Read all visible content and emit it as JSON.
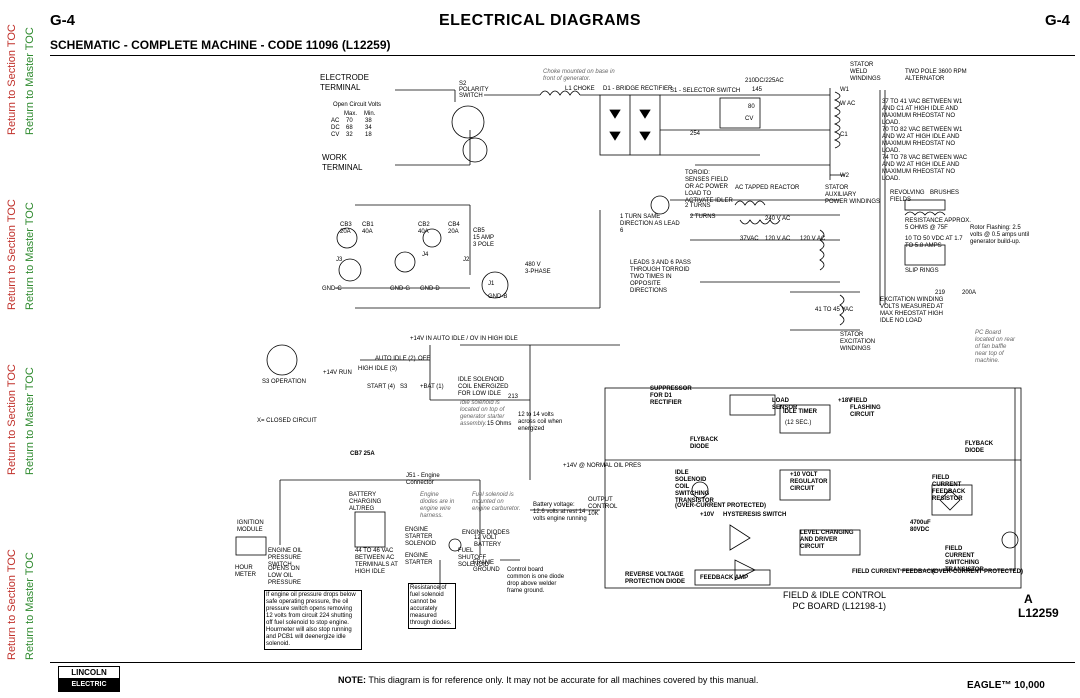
{
  "header": {
    "page_left": "G-4",
    "page_right": "G-4",
    "title": "ELECTRICAL  DIAGRAMS",
    "subtitle": "SCHEMATIC - COMPLETE MACHINE - CODE 11096 (L12259)"
  },
  "side_nav": {
    "section_toc": "Return to Section TOC",
    "master_toc": "Return to Master TOC",
    "colors": {
      "section": "#c0302a",
      "master": "#2e8a2e"
    }
  },
  "labels": {
    "electrode": "ELECTRODE",
    "terminal": "TERMINAL",
    "work": "WORK",
    "s2_polarity": "S2",
    "polarity_switch": "POLARITY",
    "switch": "SWITCH",
    "choke_note": "Choke mounted on base in front of generator.",
    "l1_choke": "L1 CHOKE",
    "d1_bridge": "D1 - BRIDGE RECTIFIER",
    "s1_selector": "S1 - SELECTOR SWITCH",
    "amp210": "210DC/225AC",
    "n145": "145",
    "n80": "80",
    "cv": "CV",
    "n254": "254",
    "w1": "W1",
    "wac": "W AC",
    "c1": "C1",
    "w2": "W2",
    "stator_weld": "STATOR",
    "weld": "WELD",
    "windings": "WINDINGS",
    "two_pole": "TWO POLE 3600 RPM",
    "alternator": "ALTERNATOR",
    "vac1": "37 TO 41 VAC BETWEEN W1 AND C1 AT HIGH IDLE AND MAXIMUM RHEOSTAT NO LOAD.",
    "vac2": "70 TO 82 VAC BETWEEN W1 AND W2 AT HIGH IDLE AND MAXIMUM RHEOSTAT NO LOAD.",
    "vac3": "74 TO 78 VAC BETWEEN WAC AND W2 AT HIGH IDLE AND MAXIMUM RHEOSTAT NO LOAD.",
    "open_circuit": "Open Circuit Volts",
    "oc_max": "Max.",
    "oc_min": "Min.",
    "oc_ac": "AC",
    "oc_dc": "DC",
    "oc_cv": "CV",
    "oc_ac_max": "70",
    "oc_ac_min": "38",
    "oc_dc_max": "68",
    "oc_dc_min": "34",
    "oc_cv_max": "32",
    "oc_cv_min": "18",
    "toroid": "TOROID: SENSES FIELD OR AC POWER LOAD TO ACTIVATE IDLER",
    "ac_tapped": "AC TAPPED REACTOR",
    "stator_aux": "STATOR AUXILIARY POWER WINDINGS",
    "revolving": "REVOLVING",
    "fields": "FIELDS",
    "brushes": "BRUSHES",
    "resistance": "RESISTANCE APPROX. 5 OHMS @ 75F",
    "n10to50": "10 TO 50 VDC AT 1.7 TO 5.8 AMPS",
    "rotor_flash": "Rotor Flashing: 2.5 volts @ 0.5 amps until generator build-up.",
    "slip_rings": "SLIP RINGS",
    "turns2": "2 TURNS",
    "turn1": "1 TURN SAME DIRECTION AS LEAD 6",
    "v240": "240 V AC",
    "v37": "37VAC",
    "v120a": "120 V AC",
    "v120b": "120 V AC",
    "leads": "LEADS 3 AND 6 PASS THROUGH TORROID TWO TIMES IN OPPOSITE DIRECTIONS",
    "excitation": "EXCITATION WINDING VOLTS MEASURED AT MAX RHEOSTAT HIGH IDLE NO LOAD",
    "v41to45": "41 TO 45 VAC",
    "stator_exc": "STATOR EXCITATION WINDINGS",
    "n219": "219",
    "n200a": "200A",
    "pc_board_note": "PC Board located on rear of fan baffle near top of machine.",
    "cb3": "CB3",
    "cb1": "CB1",
    "cb2": "CB2",
    "cb4": "CB4",
    "cb5": "CB5",
    "a20": "20A",
    "a40": "40A",
    "a15": "15 AMP",
    "pole3": "3 POLE",
    "v480": "480 V",
    "phase3": "3-PHASE",
    "gnd_c": "GND-C",
    "gnd_g": "GND-G",
    "gnd_d": "GND-D",
    "gnd_b": "GND-B",
    "j1": "J1",
    "j2": "J2",
    "j3": "J3",
    "j4": "J4",
    "v14_auto": "+14V IN AUTO IDLE / OV IN HIGH IDLE",
    "auto_idle": "AUTO IDLE (2)",
    "off": "OFF",
    "high_idle": "HIGH IDLE (3)",
    "run14": "+14V RUN",
    "start4": "START (4)",
    "s3": "S3",
    "bat1": "+BAT (1)",
    "s3_op": "S3 OPERATION",
    "closed": "X= CLOSED CIRCUIT",
    "idle_sol": "IDLE SOLENOID COIL ENERGIZED FOR LOW IDLE",
    "idle_note": "Idle solenoid is located on top of generator starter assembly.",
    "n12to14": "12 to 14 volts across coil when energized",
    "ohms15": "15 Ohms",
    "n213": "213",
    "v14_normal": "+14V @ NORMAL OIL PRES",
    "cb7": "CB7 25A",
    "j51engine": "J51 - Engine Connector",
    "battery": "BATTERY CHARGING ALT/REG",
    "engine_diodes_note": "Engine diodes are in engine wire harness.",
    "fuel_note": "Fuel solenoid is mounted on engine carburetor.",
    "battery_v": "Battery voltage: 12.6 volts at rest 14 volts engine running",
    "output_control": "OUTPUT CONTROL 10K",
    "engine_starter": "ENGINE STARTER SOLENOID",
    "engine_diodes": "ENGINE DIODES",
    "volt12": "12 VOLT BATTERY",
    "frame_ground": "FRAME GROUND",
    "control_board": "Control board common is one diode drop above welder frame ground.",
    "v44to46": "44 TO 46 VAC BETWEEN AC TERMINALS AT HIGH IDLE",
    "engine_starter2": "ENGINE STARTER",
    "fuel_shutoff": "FUEL SHUTOFF SOLENOID",
    "ignition": "IGNITION MODULE",
    "oil_pressure": "ENGINE OIL PRESSURE SWITCH",
    "hour_meter": "HOUR METER",
    "opens": "OPENS ON LOW OIL PRESSURE",
    "oil_note": "If engine oil pressure drops below safe operating pressure, the oil pressure switch opens removing 12 volts from circuit 224 shutting off fuel solenoid to stop engine. Hourmeter will also stop running and PCB1 will deenergize idle solenoid.",
    "fuel_resist": "Resistance of fuel solenoid cannot be accurately measured through diodes.",
    "suppressor": "SUPPRESSOR FOR D1 RECTIFIER",
    "load_sensor": "LOAD SENSOR",
    "idle_timer": "IDLE TIMER",
    "sec12": "(12 SEC.)",
    "field_flash": "FIELD FLASHING CIRCUIT",
    "flyback": "FLYBACK DIODE",
    "idle_sol_coil": "IDLE SOLENOID COIL SWITCHING TRANSISTOR",
    "overcurrent": "(OVER-CURRENT PROTECTED)",
    "volt10": "+10 VOLT REGULATOR CIRCUIT",
    "v10": "+10V",
    "v18": "+18V",
    "hysteresis": "HYSTERESIS SWITCH",
    "level_changing": "LEVEL CHANGING AND DRIVER CIRCUIT",
    "field_current_fb": "FIELD CURRENT FEEDBACK",
    "field_current_sw": "FIELD CURRENT SWITCHING TRANSISTOR",
    "field_current_res": "FIELD CURRENT FEEDBACK RESISTOR",
    "uf4700": "4700uF 80VDC",
    "reverse_v": "REVERSE VOLTAGE PROTECTION DIODE",
    "feedback_amp": "FEEDBACK AMP",
    "flyback2": "FLYBACK DIODE"
  },
  "pcb_label": {
    "line1": "FIELD & IDLE CONTROL",
    "line2": "PC BOARD (L12198-1)"
  },
  "revision": "A",
  "doc_number": "L12259",
  "note": {
    "prefix": "NOTE:",
    "text": " This diagram is for reference only. It may not be accurate for all machines covered by this manual."
  },
  "footer": {
    "brand_top": "LINCOLN",
    "brand_bottom": "ELECTRIC",
    "model": "EAGLE™ 10,000"
  }
}
